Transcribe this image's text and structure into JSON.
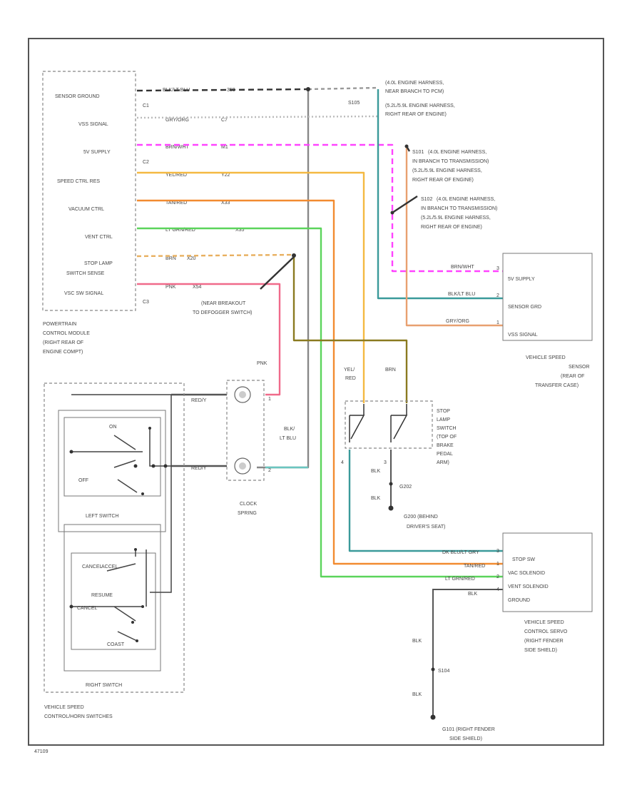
{
  "colors": {
    "black": "#333333",
    "pink": "#f06a8a",
    "magenta": "#ff44ff",
    "yellow": "#f4b942",
    "orange": "#f28b30",
    "green": "#5bd45b",
    "teal": "#3a9a9a",
    "tan": "#e8a070",
    "gray": "#888888",
    "olive": "#8a7a20"
  },
  "pcm": {
    "pins": [
      "SENSOR GROUND",
      "VSS SIGNAL",
      "5V SUPPLY",
      "SPEED CTRL RES",
      "VACUUM CTRL",
      "VENT CTRL",
      "STOP LAMP",
      "SWITCH SENSE",
      "VSC SW SIGNAL"
    ],
    "connectors": [
      "C1",
      "C2",
      "C3"
    ],
    "wires": [
      {
        "circuit": "BLK/LT BLU",
        "num": "359"
      },
      {
        "circuit": "GRY/ORG",
        "num": "C7"
      },
      {
        "circuit": "BRN/WHT",
        "num": "M1"
      },
      {
        "circuit": "YEL/RED",
        "num": "Y22"
      },
      {
        "circuit": "TAN/RED",
        "num": "X33"
      },
      {
        "circuit": "LT GRN/RED",
        "num": "X35"
      },
      {
        "circuit": "BRN",
        "num": "X20"
      },
      {
        "circuit": "PNK",
        "num": "X54"
      }
    ],
    "caption": [
      "POWERTRAIN",
      "CONTROL MODULE",
      "(RIGHT REAR OF",
      "ENGINE COMPT)"
    ]
  },
  "splices": [
    {
      "id": "S105",
      "text": [
        "(4.0L ENGINE HARNESS,",
        "NEAR BRANCH TO PCM)",
        "(5.2L/5.9L ENGINE HARNESS,",
        "RIGHT REAR OF ENGINE)"
      ]
    },
    {
      "id": "S101",
      "text": [
        "(4.0L ENGINE HARNESS,",
        "IN BRANCH TO TRANSMISSION)",
        "(5.2L/5.9L ENGINE HARNESS,",
        "RIGHT REAR OF ENGINE)"
      ]
    },
    {
      "id": "S102",
      "text": [
        "(4.0L ENGINE HARNESS,",
        "IN BRANCH TO TRANSMISSION)",
        "(5.2L/5.9L ENGINE HARNESS,",
        "RIGHT REAR OF ENGINE)"
      ]
    }
  ],
  "breakout": [
    "(NEAR BREAKOUT",
    "TO DEFOGGER SWITCH)"
  ],
  "vss": {
    "wire_labels": [
      "BRN/WHT",
      "BLK/LT BLU",
      "GRY/ORG"
    ],
    "pin_nums": [
      "3",
      "2",
      "1"
    ],
    "pins": [
      "5V SUPPLY",
      "SENSOR GRD",
      "VSS SIGNAL"
    ],
    "caption": [
      "VEHICLE SPEED",
      "SENSOR",
      "(REAR OF",
      "TRANSFER CASE)"
    ]
  },
  "stoplamp": {
    "wire_labels": [
      "YEL/",
      "RED",
      "BRN"
    ],
    "caption": [
      "STOP",
      "LAMP",
      "SWITCH",
      "(TOP OF",
      "BRAKE",
      "PEDAL",
      "ARM)"
    ],
    "pin_nums": [
      "4",
      "3"
    ],
    "blk1": "BLK",
    "blk2": "BLK",
    "g_id": "G202",
    "g_text": [
      "G200 (BEHIND",
      "DRIVER'S SEAT)"
    ]
  },
  "clockspring": {
    "pink": "PNK",
    "wire_out1": "RED/Y",
    "wire_out2": "RED/Y",
    "pin1": "1",
    "pin2": "2",
    "blk": [
      "BLK/",
      "LT BLU"
    ],
    "caption": [
      "CLOCK",
      "SPRING"
    ]
  },
  "switches": {
    "on": "ON",
    "off": "OFF",
    "cancel": "CANCEL",
    "accel": "ACCEL",
    "resume": "RESUME",
    "coast": "COAST",
    "left": "LEFT SWITCH",
    "right": "RIGHT SWITCH",
    "caption": [
      "VEHICLE SPEED",
      "CONTROL/HORN SWITCHES"
    ]
  },
  "servo": {
    "wire_labels": [
      "DK BLU/LT GRY",
      "TAN/RED",
      "LT GRN/RED",
      "BLK"
    ],
    "pin_nums": [
      "3",
      "1",
      "2",
      "4"
    ],
    "pins": [
      "STOP SW",
      "VAC SOLENOID",
      "VENT SOLENOID",
      "GROUND"
    ],
    "caption": [
      "VEHICLE SPEED",
      "CONTROL SERVO",
      "(RIGHT FENDER",
      "SIDE SHIELD)"
    ]
  },
  "ground": {
    "blk1": "BLK",
    "blk2": "BLK",
    "s_id": "S104",
    "g_text": [
      "G101 (RIGHT FENDER",
      "SIDE SHIELD)"
    ]
  },
  "footer": "47109"
}
